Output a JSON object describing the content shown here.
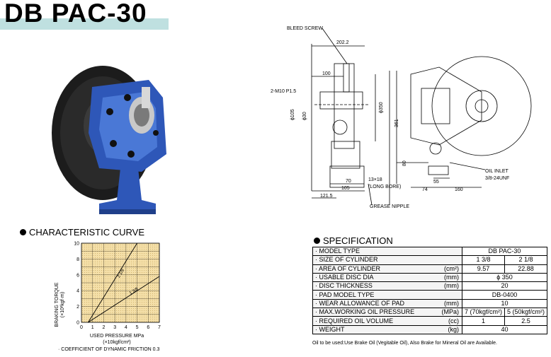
{
  "title": "DB PAC-30",
  "drawing": {
    "bleed_screw": "BLEED SCREW",
    "dim_202": "202.2",
    "dim_100": "100",
    "m10": "2-M10 P1.5",
    "dim_105": "ϕ105",
    "dim_30": "ϕ30",
    "dim_350": "ϕ350",
    "dim_361": "361",
    "dim_70": "70",
    "dim_105b": "105",
    "dim_121": "121.5",
    "bore": "13×18",
    "long_bore": "(LONG BORE)",
    "grease": "GREASE NIPPLE",
    "dim_80": "80",
    "oil_inlet": "OIL INLET",
    "unf": "3/8-24UNF",
    "dim_74": "74",
    "dim_55": "55",
    "dim_160": "160"
  },
  "characteristic": {
    "heading": "CHARACTERISTIC CURVE",
    "y_label_1": "BRAKING TORQUE",
    "y_label_2": "(×10²kgf·m)",
    "x_label_1": "USED PRESSURE MPa",
    "x_label_2": "(×10kgf/cm²)",
    "note": "· COEFFICIENT OF DYNAMIC FRICTION 0.3",
    "line_a": "2 1/8",
    "line_b": "1 3/8"
  },
  "chart_data": {
    "type": "line",
    "x": [
      0,
      1,
      2,
      3,
      4,
      5,
      6,
      7
    ],
    "xlim": [
      0,
      7
    ],
    "ylim": [
      0,
      10
    ],
    "xticks": [
      "0",
      "1",
      "2",
      "3",
      "4",
      "5",
      "6",
      "7"
    ],
    "yticks": [
      "0",
      "2",
      "4",
      "6",
      "8",
      "10"
    ],
    "xlabel": "USED PRESSURE MPa (×10kgf/cm²)",
    "ylabel": "BRAKING TORQUE (×10²kgf·m)",
    "series": [
      {
        "name": "2 1/8",
        "points": [
          [
            0.6,
            0
          ],
          [
            5,
            10
          ]
        ]
      },
      {
        "name": "1 3/8",
        "points": [
          [
            0.6,
            0
          ],
          [
            7,
            5.8
          ]
        ]
      }
    ]
  },
  "spec": {
    "heading": "SPECIFICATION",
    "rows": [
      {
        "label": "· MODEL TYPE",
        "unit": "",
        "values": [
          "DB PAC-30"
        ]
      },
      {
        "label": "· SIZE OF CYLINDER",
        "unit": "",
        "values": [
          "1 3/8",
          "2 1/8"
        ]
      },
      {
        "label": "· AREA OF CYLINDER",
        "unit": "(cm²)",
        "values": [
          "9.57",
          "22.88"
        ]
      },
      {
        "label": "· USABLE DISC DIA",
        "unit": "(mm)",
        "values": [
          "ϕ 350"
        ]
      },
      {
        "label": "· DISC THICKNESS",
        "unit": "(mm)",
        "values": [
          "20"
        ]
      },
      {
        "label": "· PAD MODEL TYPE",
        "unit": "",
        "values": [
          "DB-0400"
        ]
      },
      {
        "label": "· WEAR ALLOWANCE OF PAD",
        "unit": "(mm)",
        "values": [
          "10"
        ]
      },
      {
        "label": "· MAX.WORKING OIL PRESSURE",
        "unit": "(MPa)",
        "values": [
          "7 (70kgf/cm²)",
          "5 (50kgf/cm²)"
        ]
      },
      {
        "label": "· REQUIRED OIL VOLUME",
        "unit": "(cc)",
        "values": [
          "1",
          "2.5"
        ]
      },
      {
        "label": "· WEIGHT",
        "unit": "(kg)",
        "values": [
          "40"
        ]
      }
    ],
    "note": "Oil to be used:Use Brake Oil (Vegitable Oil), Also Brake for Mineral Oil are Available."
  }
}
